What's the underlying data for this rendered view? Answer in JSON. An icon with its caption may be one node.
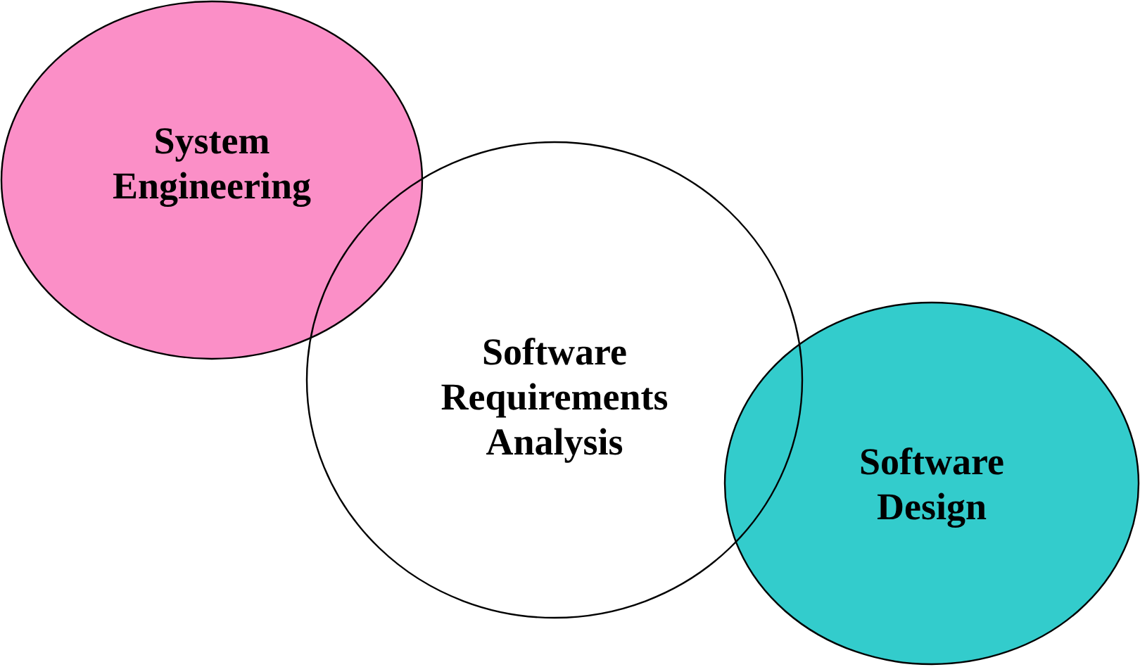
{
  "diagram": {
    "nodes": [
      {
        "text": [
          "System Engineering"
        ]
      },
      {
        "text": [
          "Software Requirements Analysis"
        ]
      },
      {
        "text": [
          "Software Design"
        ]
      }
    ]
  }
}
